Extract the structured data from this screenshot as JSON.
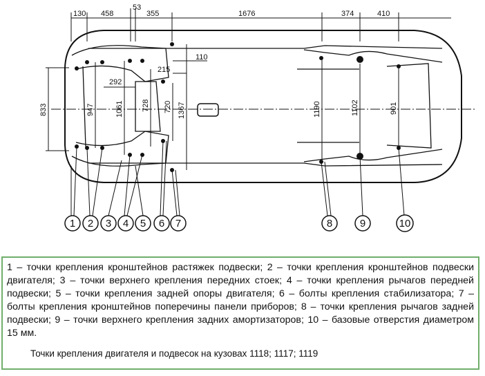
{
  "dimensions": {
    "top": [
      "130",
      "458",
      "53",
      "355",
      "1676",
      "374",
      "410"
    ],
    "side": [
      "110",
      "215",
      "292",
      "833",
      "947",
      "1061",
      "728",
      "720",
      "1367",
      "1190",
      "1102",
      "901"
    ]
  },
  "callouts": [
    "1",
    "2",
    "3",
    "4",
    "5",
    "6",
    "7",
    "8",
    "9",
    "10"
  ],
  "legend": "1 – точки крепления кронштейнов растяжек подвески; 2 – точки крепления кронштейнов подвески двигателя; 3 – точки верхнего крепления передних стоек; 4 – точки крепления рычагов передней подвески; 5 – точки крепления задней опоры двигателя; 6 – болты крепления стабилизатора; 7 – болты крепления кронштейнов поперечины панели приборов; 8 – точки крепления рычагов задней подвески; 9 – точки верхнего крепления задних амортизаторов; 10 – базовые отверстия диаметром 15 мм.",
  "caption": "Точки крепления двигателя и подвесок на кузовах 1118; 1117; 1119"
}
